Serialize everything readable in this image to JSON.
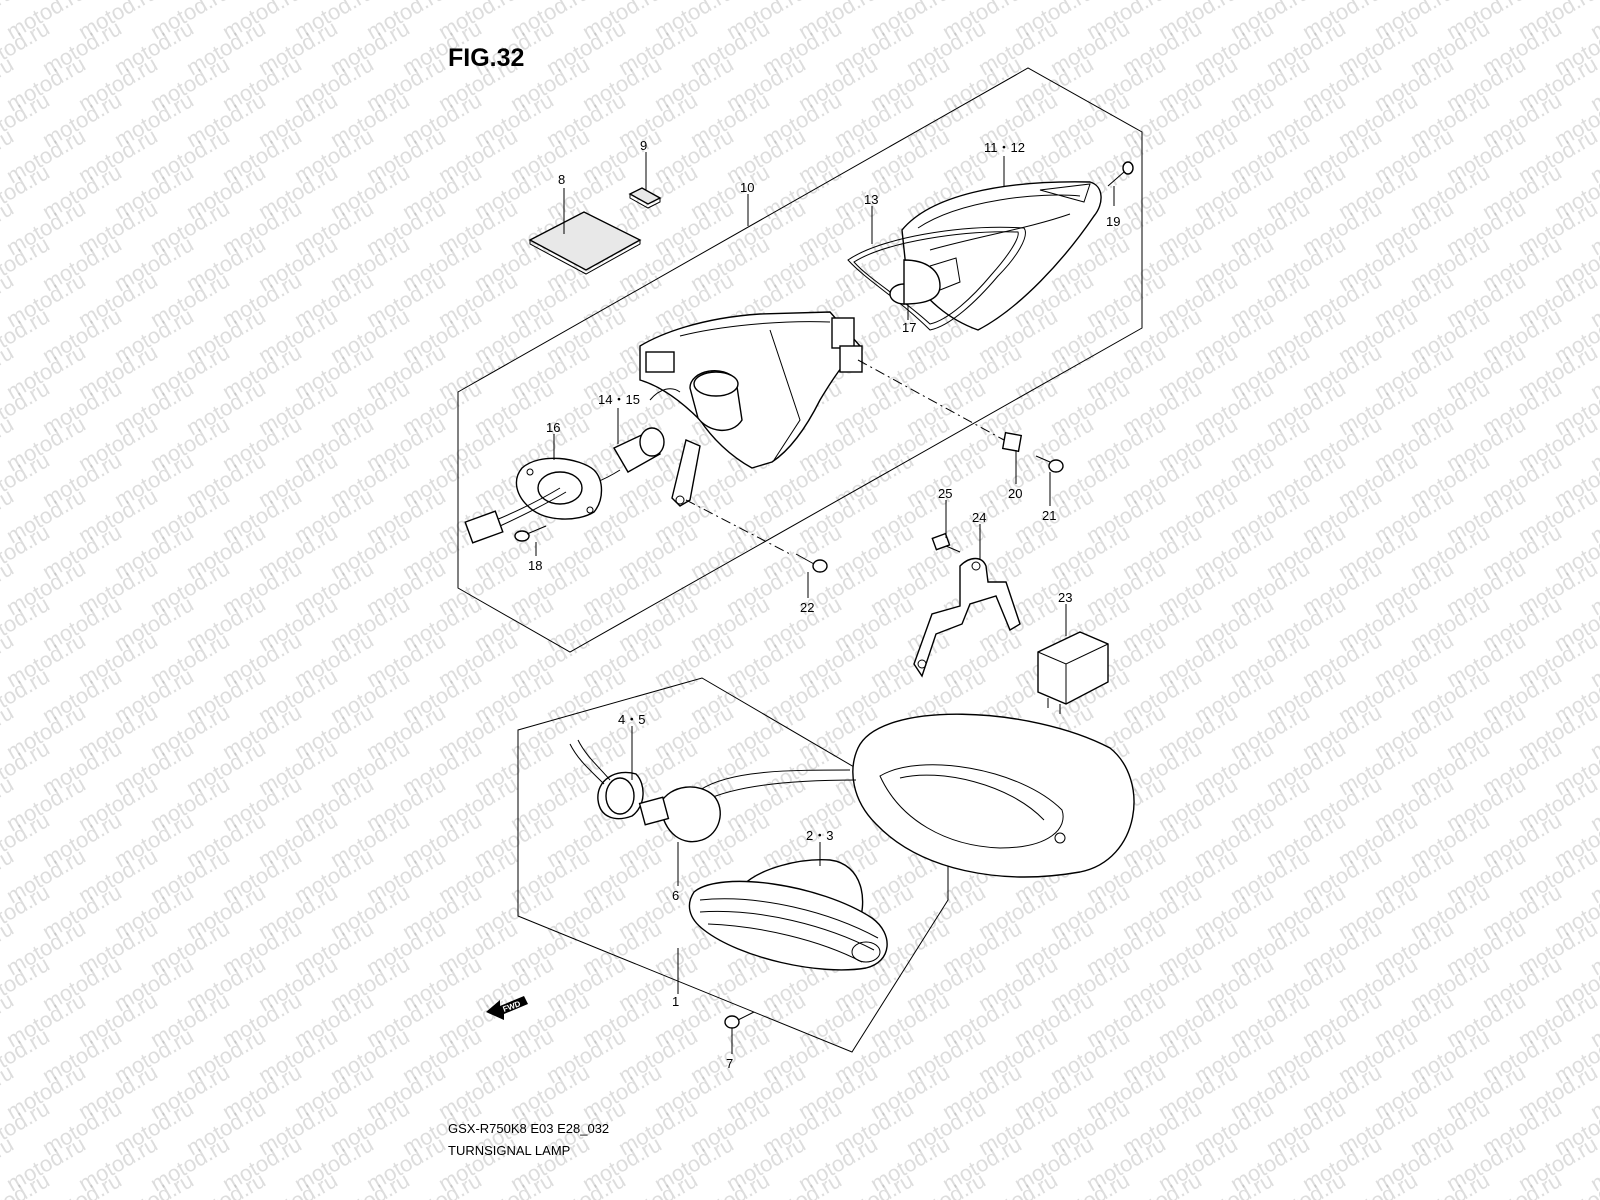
{
  "figure": {
    "title": "FIG.32",
    "model_code": "GSX-R750K8 E03 E28_032",
    "section_name": "TURNSIGNAL LAMP",
    "watermark": "motod.ru",
    "fwd_label": "FWD"
  },
  "callouts": {
    "c1": "1",
    "c2_3": "2・3",
    "c4_5": "4・5",
    "c6": "6",
    "c7": "7",
    "c8": "8",
    "c9": "9",
    "c10": "10",
    "c11_12": "11・12",
    "c13": "13",
    "c14_15": "14・15",
    "c16": "16",
    "c17": "17",
    "c18": "18",
    "c19": "19",
    "c20": "20",
    "c21": "21",
    "c22": "22",
    "c23": "23",
    "c24": "24",
    "c25": "25"
  }
}
